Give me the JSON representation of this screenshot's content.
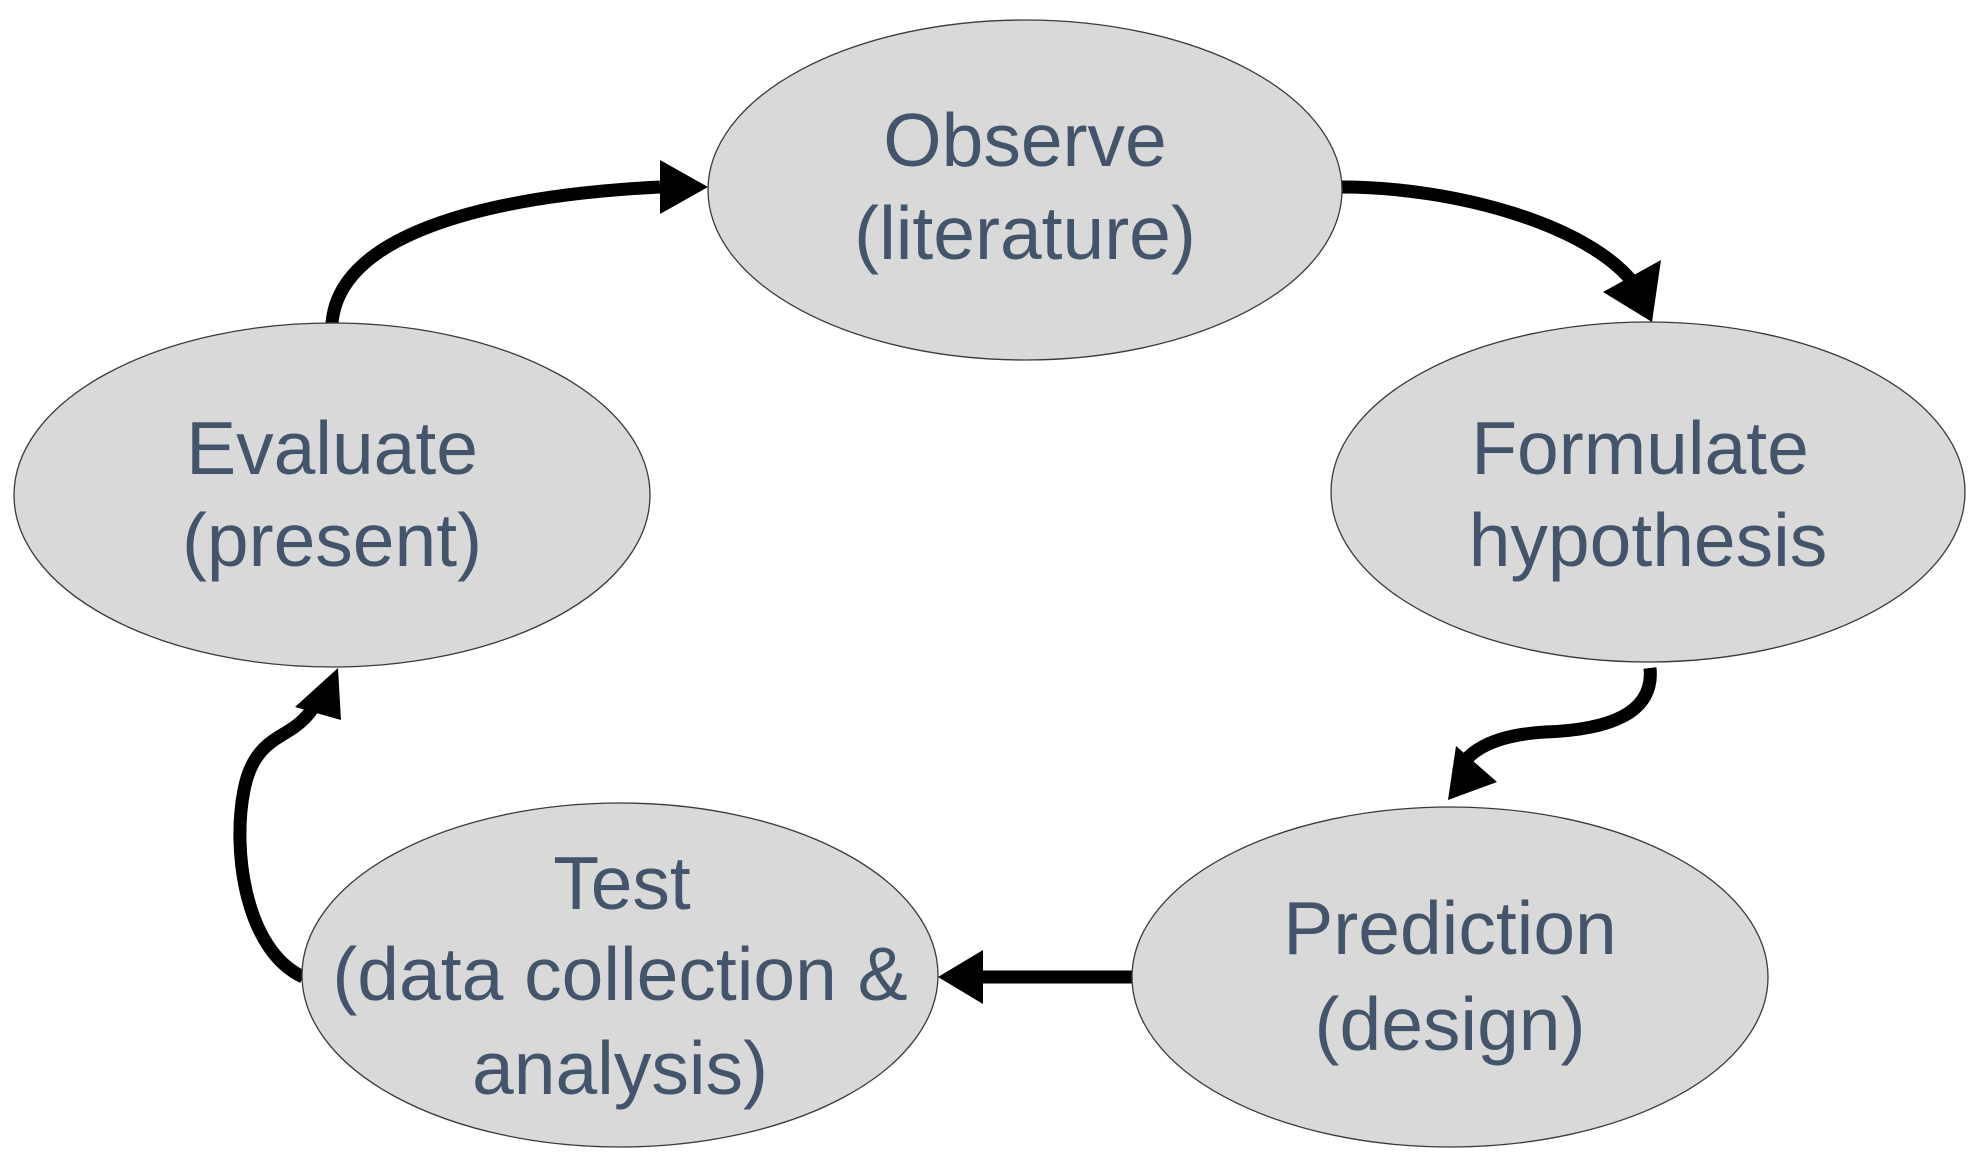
{
  "diagram": {
    "nodes": {
      "observe": {
        "line1": "Observe",
        "line2": "(literature)"
      },
      "formulate": {
        "line1": "Formulate",
        "line2": "hypothesis"
      },
      "prediction": {
        "line1": "Prediction",
        "line2": "(design)"
      },
      "test": {
        "line1": "Test",
        "line2": "(data collection &",
        "line3": "analysis)"
      },
      "evaluate": {
        "line1": "Evaluate",
        "line2": "(present)"
      }
    },
    "edges": [
      {
        "from": "Observe",
        "to": "Formulate hypothesis"
      },
      {
        "from": "Formulate hypothesis",
        "to": "Prediction"
      },
      {
        "from": "Prediction",
        "to": "Test"
      },
      {
        "from": "Test",
        "to": "Evaluate"
      },
      {
        "from": "Evaluate",
        "to": "Observe"
      }
    ],
    "colors": {
      "node_fill": "#d9d9d9",
      "node_stroke": "#3a3a3a",
      "text": "#44546a",
      "arrow": "#000000"
    }
  }
}
